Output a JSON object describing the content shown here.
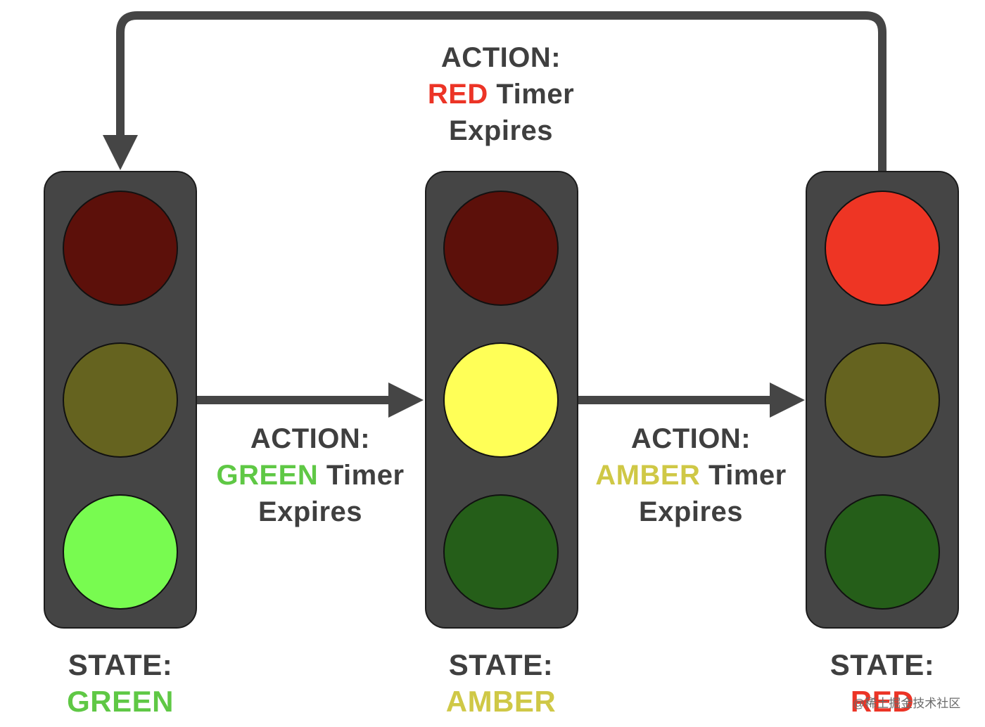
{
  "colors": {
    "housing": "#454545",
    "arrow": "#454545",
    "text": "#3f3f3f",
    "red_on": "#ee3524",
    "red_off": "#5c100a",
    "amber_on": "#ffff57",
    "amber_off": "#65631f",
    "green_on": "#78fb50",
    "green_off": "#255e19",
    "label_red": "#ec3426",
    "label_amber": "#cfc846",
    "label_green": "#5fc845"
  },
  "lights": [
    {
      "id": "green",
      "lamps": {
        "red": "off",
        "amber": "off",
        "green": "on"
      },
      "state_heading": "STATE:",
      "state_value": "GREEN"
    },
    {
      "id": "amber",
      "lamps": {
        "red": "off",
        "amber": "on",
        "green": "off"
      },
      "state_heading": "STATE:",
      "state_value": "AMBER"
    },
    {
      "id": "red",
      "lamps": {
        "red": "on",
        "amber": "off",
        "green": "off"
      },
      "state_heading": "STATE:",
      "state_value": "RED"
    }
  ],
  "transitions": [
    {
      "id": "red",
      "from": "red",
      "to": "green",
      "heading": "ACTION:",
      "colour_word": "RED",
      "rest": " Timer",
      "tail": "Expires"
    },
    {
      "id": "green",
      "from": "green",
      "to": "amber",
      "heading": "ACTION:",
      "colour_word": "GREEN",
      "rest": " Timer",
      "tail": "Expires"
    },
    {
      "id": "amber",
      "from": "amber",
      "to": "red",
      "heading": "ACTION:",
      "colour_word": "AMBER",
      "rest": " Timer",
      "tail": "Expires"
    }
  ],
  "watermark": "@稀土掘金技术社区"
}
